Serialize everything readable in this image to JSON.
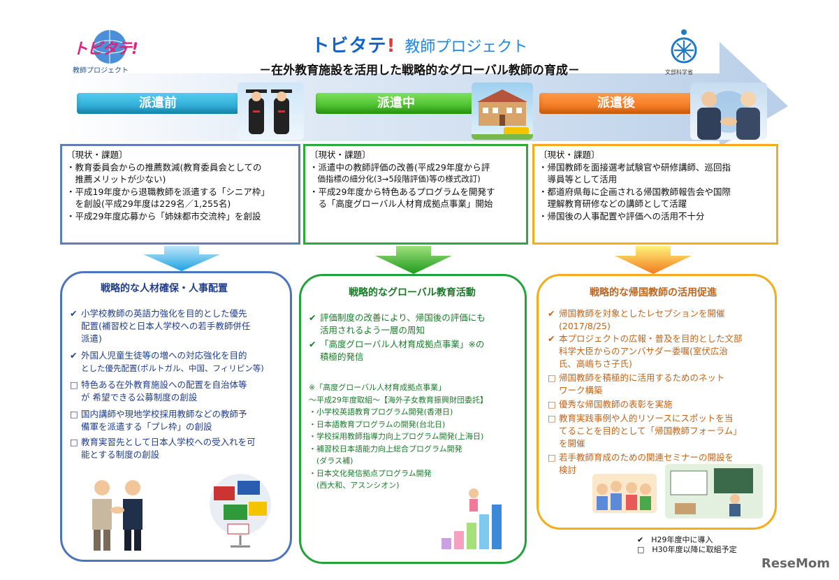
{
  "logo": {
    "title": "トビタテ!",
    "subtitle": "教師プロジェクト"
  },
  "header": {
    "title": "トビタテ",
    "title_mark": "!",
    "title_suffix": "教師プロジェクト",
    "subtitle": "－在外教育施設を活用した戦略的なグローバル教師の育成－",
    "ministry": "文部科学省"
  },
  "phases": [
    {
      "label": "派遣前",
      "color": "#29a9dc"
    },
    {
      "label": "派遣中",
      "color": "#3cba1e"
    },
    {
      "label": "派遣後",
      "color": "#f27a1e"
    }
  ],
  "issues": [
    {
      "header": "〔現状・課題〕",
      "lines": [
        "・教育委員会からの推薦数減(教育委員会としての",
        "　推薦メリットが少ない)",
        "・平成19年度から退職教師を派遣する「シニア枠」",
        "　を創設(平成29年度は229名／1,255名)",
        "・平成29年度応募から「姉妹都市交流枠」を創設"
      ]
    },
    {
      "header": "〔現状・課題〕",
      "lines": [
        "・派遣中の教師評価の改善(平成29年度から評",
        "　価指標の細分化(3→5段階評価)等の様式改訂)",
        "・平成29年度から特色あるプログラムを開発す",
        "　る「高度グローバル人材育成拠点事業」開始"
      ]
    },
    {
      "header": "〔現状・課題〕",
      "lines": [
        "・帰国教師を面接選考試験官や研修講師、巡回指",
        "　導員等として活用",
        "・都道府県毎に企画される帰国教師報告会や国際",
        "　理解教育研修などの講師として活躍",
        "・帰国後の人事配置や評価への活用不十分"
      ]
    }
  ],
  "strategies": [
    {
      "title": "戦略的な人材確保・人事配置",
      "items": [
        {
          "mark": "✔",
          "lines": [
            "小学校教師の英語力強化を目的とした優先",
            "配置(補習校と日本人学校への若手教師併任",
            "派遣)"
          ]
        },
        {
          "mark": "✔",
          "lines": [
            "外国人児童生徒等の増への対応強化を目的",
            "とした優先配置(ポルトガル、中国、フィリピン等)"
          ]
        },
        {
          "mark": "□",
          "lines": [
            "特色ある在外教育施設への配置を自治体等",
            "が 希望できる公募制度の創設"
          ]
        },
        {
          "mark": "□",
          "lines": [
            "国内講師や現地学校採用教師などの教師予",
            "備軍を派遣する「プレ枠」の創設"
          ]
        },
        {
          "mark": "□",
          "lines": [
            "教育実習先として日本人学校への受入れを可",
            "能とする制度の創設"
          ]
        }
      ]
    },
    {
      "title": "戦略的なグローバル教育活動",
      "items": [
        {
          "mark": "✔",
          "lines": [
            "評価制度の改善により、帰国後の評価にも",
            "活用されるよう一層の周知"
          ]
        },
        {
          "mark": "✔",
          "lines": [
            "「高度グローバル人材育成拠点事業」※の",
            "積極的発信"
          ]
        }
      ],
      "note_lines": [
        "※「高度グローバル人材育成拠点事業」",
        "～平成29年度取組～【海外子女教育振興財団委託】",
        "・小学校英語教育プログラム開発(香港日)",
        "・日本語教育プログラムの開発(台北日)",
        "・学校採用教師指導力向上プログラム開発(上海日)",
        "・補習校日本語能力向上総合プログラム開発",
        "　(ダラス補)",
        "・日本文化発信拠点プログラム開発",
        "　(西大和、アスンシオン)"
      ]
    },
    {
      "title": "戦略的な帰国教師の活用促進",
      "items": [
        {
          "mark": "✔",
          "lines": [
            "帰国教師を対象としたレセプションを開催",
            "(2017/8/25)"
          ]
        },
        {
          "mark": "✔",
          "lines": [
            "本プロジェクトの広報・普及を目的とした文部",
            "科学大臣からのアンバサダー委嘱(室伏広治",
            "氏、高嶋ちさ子氏)"
          ]
        },
        {
          "mark": "□",
          "lines": [
            "帰国教師を積極的に活用するためのネット",
            "ワーク構築"
          ]
        },
        {
          "mark": "□",
          "lines": [
            "優秀な帰国教師の表彰を実施"
          ]
        },
        {
          "mark": "□",
          "lines": [
            "教育実践事例や人的リソースにスポットを当",
            "てることを目的として「帰国教師フォーラム」",
            "を開催"
          ]
        },
        {
          "mark": "□",
          "lines": [
            "若手教師育成のための関連セミナーの開設を",
            "検討"
          ]
        }
      ]
    }
  ],
  "legend": {
    "check": "✔　H29年度中に導入",
    "box": "□　H30年度以降に取組予定"
  },
  "watermark": "ReseMom"
}
